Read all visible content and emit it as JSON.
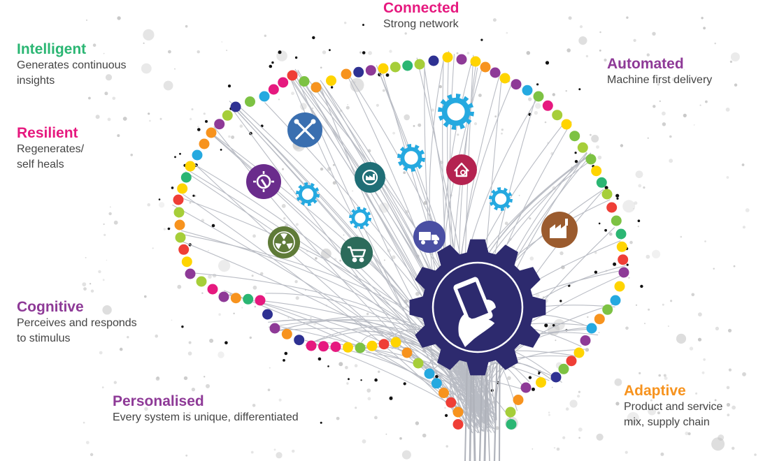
{
  "palette": {
    "navy": "#2d2a6e",
    "ring_colors": [
      "#2bb673",
      "#25a9e0",
      "#2e3192",
      "#8e3a97",
      "#e6197f",
      "#7dc243",
      "#f7931e",
      "#ef3e36",
      "#ffd400",
      "#a6ce39"
    ],
    "background_dot": "#c9c9c9",
    "text_gray": "#444444"
  },
  "labels": [
    {
      "key": "connected",
      "title": "Connected",
      "desc": "Strong network",
      "color": "#e6197f"
    },
    {
      "key": "intelligent",
      "title": "Intelligent",
      "desc": "Generates continuous\ninsights",
      "color": "#2bb673"
    },
    {
      "key": "automated",
      "title": "Automated",
      "desc": "Machine first delivery",
      "color": "#8e3a97"
    },
    {
      "key": "resilient",
      "title": "Resilient",
      "desc": "Regenerates/\nself heals",
      "color": "#e6197f"
    },
    {
      "key": "cognitive",
      "title": "Cognitive",
      "desc": "Perceives and responds\nto stimulus",
      "color": "#8e3a97"
    },
    {
      "key": "personalised",
      "title": "Personalised",
      "desc": "Every system is unique, differentiated",
      "color": "#8e3a97"
    },
    {
      "key": "adaptive",
      "title": "Adaptive",
      "desc": "Product and service\nmix, supply chain",
      "color": "#f7931e"
    }
  ],
  "nodes": [
    {
      "name": "wrench-cross-node",
      "icon": "wrench-cross-icon",
      "color": "#3a6fb0"
    },
    {
      "name": "tool-gear-node",
      "icon": "tool-gear-icon",
      "color": "#6a2c8c"
    },
    {
      "name": "factory-gear-node",
      "icon": "factory-gear-icon",
      "color": "#1f6e76"
    },
    {
      "name": "home-gear-node",
      "icon": "home-gear-icon",
      "color": "#b42350"
    },
    {
      "name": "radiation-node",
      "icon": "radiation-icon",
      "color": "#5f7b38"
    },
    {
      "name": "cart-node",
      "icon": "shopping-cart-icon",
      "color": "#2c6b5b"
    },
    {
      "name": "truck-node",
      "icon": "truck-icon",
      "color": "#4a4fa3"
    },
    {
      "name": "factory-node",
      "icon": "factory-icon",
      "color": "#9b5b2e"
    }
  ],
  "central_gear": {
    "icon": "hand-phone-icon",
    "color": "#2d2a6e"
  }
}
